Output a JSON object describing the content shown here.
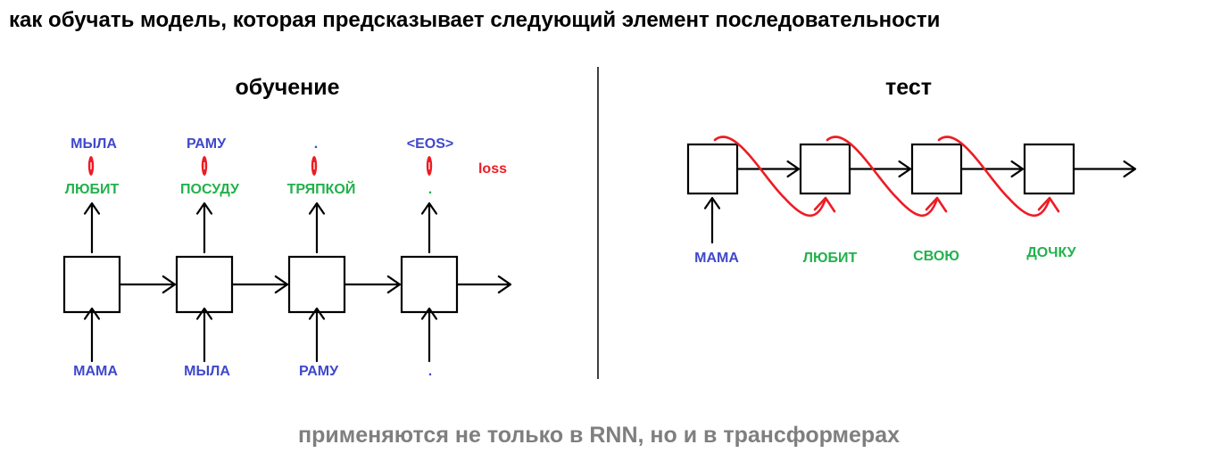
{
  "title": "как обучать модель, которая предсказывает следующий элемент последовательности",
  "training": {
    "heading": "обучение",
    "targets": [
      "МЫЛА",
      "РАМУ",
      ".",
      "<EOS>"
    ],
    "outputs": [
      "ЛЮБИТ",
      "ПОСУДУ",
      "ТРЯПКОЙ",
      "."
    ],
    "inputs": [
      "МАМА",
      "МЫЛА",
      "РАМУ",
      "."
    ],
    "loss_label": "loss"
  },
  "test": {
    "heading": "тест",
    "words": [
      "МАМА",
      "ЛЮБИТ",
      "СВОЮ",
      "ДОЧКУ"
    ]
  },
  "footer": "применяются не только в RNN, но и в трансформерах",
  "colors": {
    "input_text": "#3f48cc",
    "predicted_text": "#22b14c",
    "loss": "#ed1c24",
    "footer": "#7f7f7f"
  }
}
